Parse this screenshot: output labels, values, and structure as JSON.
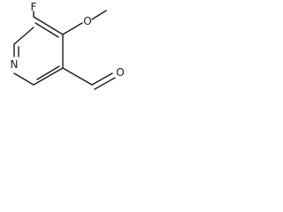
{
  "molecule": {
    "atoms": {
      "fluorine": "F",
      "methoxy_oxygen": "O",
      "aldehyde_oxygen": "O",
      "ring_nitrogen": "N"
    }
  },
  "colors": {
    "bond": "#1a1a1a",
    "background": "#ffffff"
  }
}
